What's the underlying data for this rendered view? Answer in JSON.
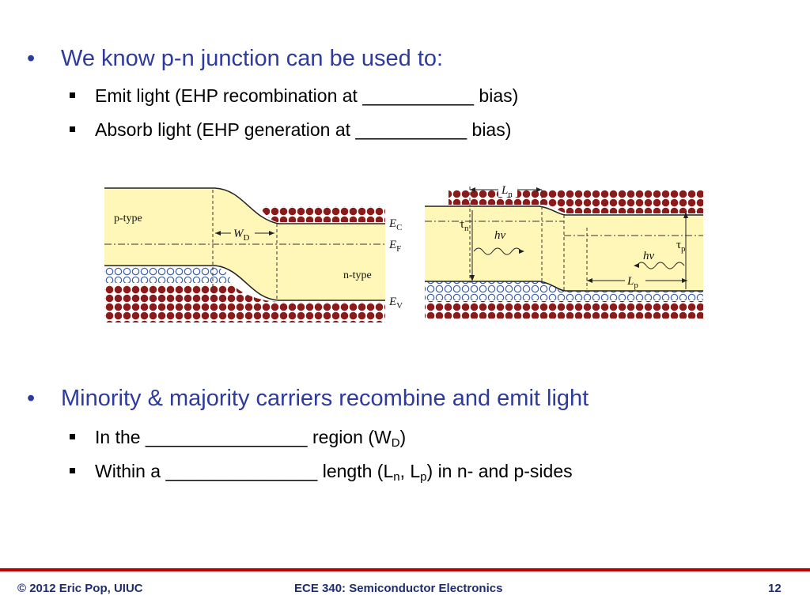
{
  "bullets": {
    "first": {
      "title": "We know p-n junction can be used to:",
      "items": [
        "Emit light (EHP recombination at ___________ bias)",
        "Absorb light (EHP generation at ___________ bias)"
      ]
    },
    "second": {
      "title": "Minority & majority carriers recombine and emit light",
      "item1": {
        "prefix": "In the ________________ region (W",
        "sub": "D",
        "suffix": ")"
      },
      "item2": {
        "prefix": "Within a _______________ length (L",
        "sub1": "n",
        "mid": ", L",
        "sub2": "p",
        "suffix": ") in n- and p-sides"
      }
    }
  },
  "figure_left": {
    "p_label": "p-type",
    "n_label": "n-type",
    "wd_main": "W",
    "wd_sub": "D",
    "ec_main": "E",
    "ec_sub": "C",
    "ef_main": "E",
    "ef_sub": "F",
    "ev_main": "E",
    "ev_sub": "V"
  },
  "figure_right": {
    "ln_main": "L",
    "ln_sub": "n",
    "lp_main": "L",
    "lp_sub": "p",
    "tau_n_main": "τ",
    "tau_n_sub": "n",
    "tau_p_main": "τ",
    "tau_p_sub": "p",
    "hv": "hν"
  },
  "colors": {
    "title_blue": "#2E3A9C",
    "footer_red": "#C00000",
    "band_fill": "#FFF7B8",
    "electron": "#8B1A1A",
    "hole": "#3A5FA8"
  },
  "footer": {
    "left": "© 2012 Eric Pop, UIUC",
    "center": "ECE 340: Semiconductor Electronics",
    "page": "12"
  }
}
